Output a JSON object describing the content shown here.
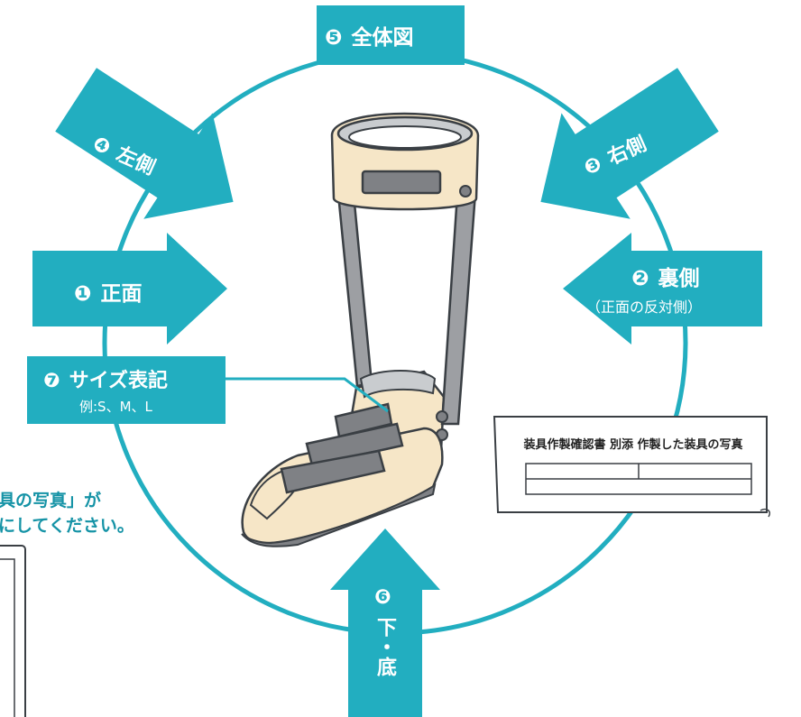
{
  "labels": {
    "front": {
      "num": "❶",
      "text": "正面"
    },
    "back": {
      "num": "❷",
      "text": "裏側",
      "sub": "（正面の反対側）"
    },
    "right": {
      "num": "❸",
      "text": "右側"
    },
    "left": {
      "num": "❹",
      "text": "左側"
    },
    "whole": {
      "num": "❺",
      "text": "全体図"
    },
    "bottom": {
      "num": "❻",
      "text": "下・底"
    },
    "size": {
      "num": "❼",
      "text": "サイズ表記",
      "sub": "例:S、M、L"
    }
  },
  "document": {
    "title": "装具作製確認書 別添 作製した装具の写真"
  },
  "note": {
    "line1": "具の写真」が",
    "line2": "にしてください。"
  },
  "colors": {
    "teal": "#22aec0",
    "ring": "#22aec0",
    "skin": "#f6e6c7",
    "strap": "#7f8185",
    "bar": "#9d9fa3",
    "outline": "#3a3f44"
  }
}
